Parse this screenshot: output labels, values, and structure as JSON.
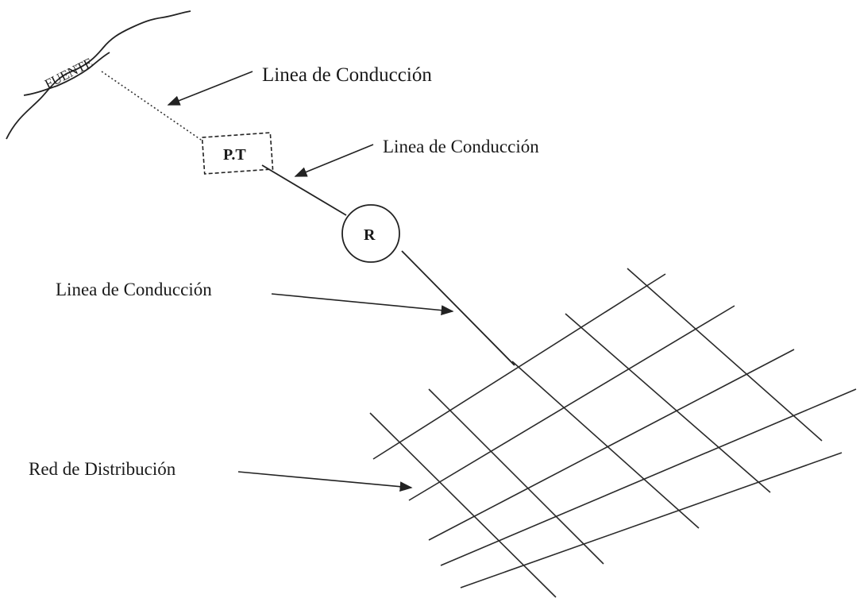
{
  "source": {
    "label": "FUENTE"
  },
  "nodes": {
    "pressure_break": "P.T",
    "reservoir": "R"
  },
  "labels": {
    "conduction_1": "Linea de Conducción",
    "conduction_2": "Linea de Conducción",
    "conduction_3": "Linea de Conducción",
    "distribution": "Red de Distribución"
  }
}
